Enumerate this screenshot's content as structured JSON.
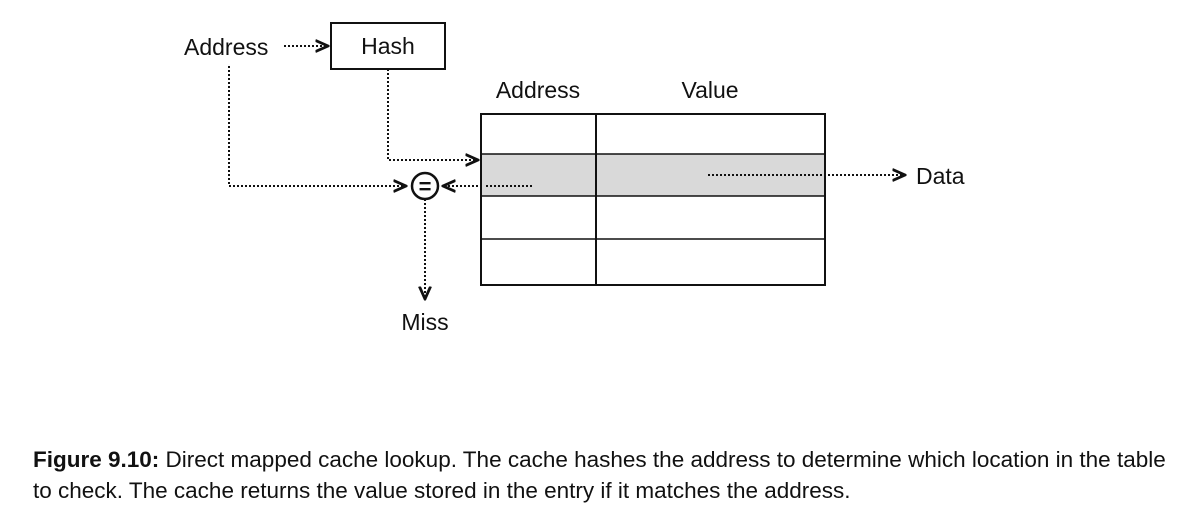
{
  "diagram": {
    "input_label": "Address",
    "hash_label": "Hash",
    "table": {
      "columns": [
        "Address",
        "Value"
      ],
      "row_count": 4,
      "highlighted_row": 1,
      "highlight_color": "#d9d9d9"
    },
    "compare_symbol": "=",
    "output_label": "Data",
    "miss_label": "Miss"
  },
  "caption": {
    "prefix": "Figure 9.10:",
    "text": " Direct mapped cache lookup. The cache hashes the address to determine which location in the table to check. The cache returns the value stored in the entry if it matches the address."
  }
}
